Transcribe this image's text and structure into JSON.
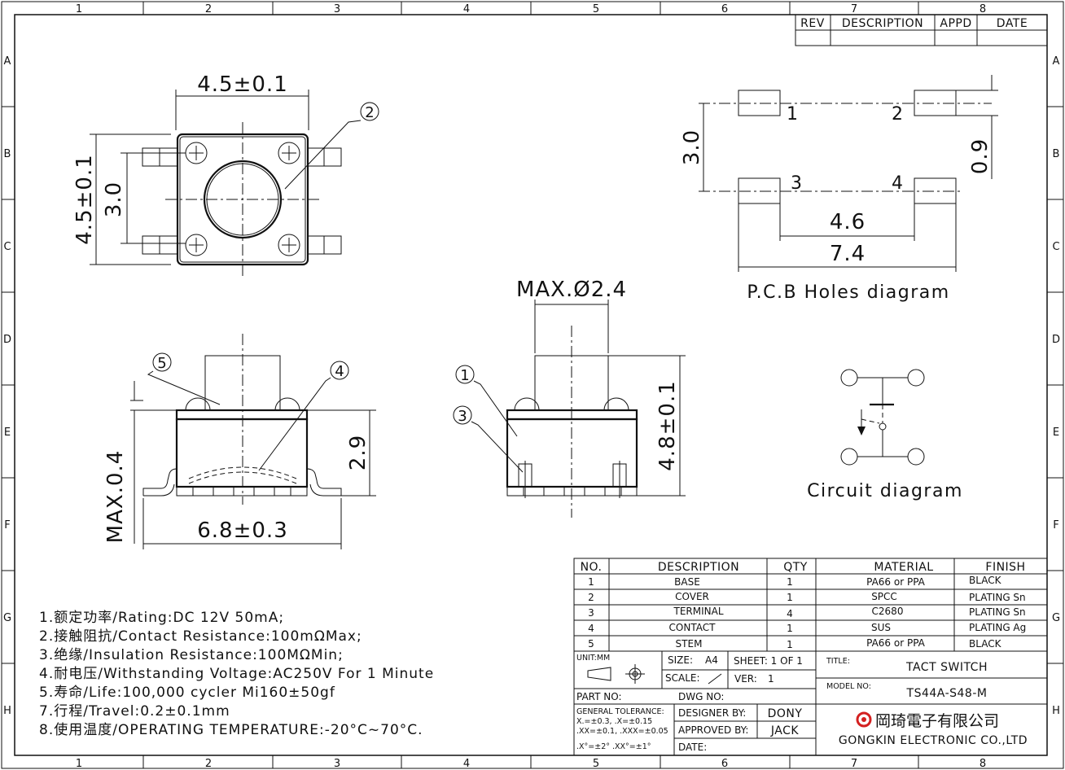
{
  "frame": {
    "columns": [
      "1",
      "2",
      "3",
      "4",
      "5",
      "6",
      "7",
      "8"
    ],
    "rows": [
      "A",
      "B",
      "C",
      "D",
      "E",
      "F",
      "G",
      "H"
    ]
  },
  "revision_table": {
    "headers": [
      "REV",
      "DESCRIPTION",
      "APPD",
      "DATE"
    ]
  },
  "top_view": {
    "dim_width": "4.5±0.1",
    "dim_height": "4.5±0.1",
    "dim_inner": "3.0",
    "balloon": "2"
  },
  "pcb": {
    "dim_height": "3.0",
    "dim_pad": "0.9",
    "dim_inner": "4.6",
    "dim_outer": "7.4",
    "pins": [
      "1",
      "2",
      "3",
      "4"
    ],
    "caption": "P.C.B Holes diagram"
  },
  "side_view_left": {
    "dim_max": "MAX.0.4",
    "dim_height": "2.9",
    "dim_width": "6.8±0.3",
    "balloons": [
      "5",
      "4"
    ]
  },
  "side_view_right": {
    "dim_stem": "MAX.Ø2.4",
    "dim_height": "4.8±0.1",
    "balloons": [
      "1",
      "3"
    ]
  },
  "circuit": {
    "caption": "Circuit diagram"
  },
  "notes": [
    "1.额定功率/Rating:DC 12V 50mA;",
    "2.接触阻抗/Contact Resistance:100mΩMax;",
    "3.绝缘/Insulation Resistance:100MΩMin;",
    "4.耐电压/Withstanding Voltage:AC250V For 1 Minute",
    "5.寿命/Life:100,000 cycler Mi160±50gf",
    "7.行程/Travel:0.2±0.1mm",
    "8.使用温度/OPERATING TEMPERATURE:-20°C~70°C."
  ],
  "bom": {
    "headers": [
      "NO.",
      "DESCRIPTION",
      "QTY",
      "MATERIAL",
      "FINISH"
    ],
    "rows": [
      [
        "1",
        "BASE",
        "1",
        "PA66 or PPA",
        "BLACK"
      ],
      [
        "2",
        "COVER",
        "1",
        "SPCC",
        "PLATING Sn"
      ],
      [
        "3",
        "TERMINAL",
        "4",
        "C2680",
        "PLATING Sn"
      ],
      [
        "4",
        "CONTACT",
        "1",
        "SUS",
        "PLATING Ag"
      ],
      [
        "5",
        "STEM",
        "1",
        "PA66 or PPA",
        "BLACK"
      ]
    ]
  },
  "title_block": {
    "unit": "UNIT:MM",
    "size_label": "SIZE:",
    "size_value": "A4",
    "sheet": "SHEET: 1 OF 1",
    "scale_label": "SCALE:",
    "scale_value": "/",
    "ver_label": "VER:",
    "ver_value": "1",
    "title_label": "TITLE:",
    "title_value": "TACT SWITCH",
    "model_label": "MODEL NO:",
    "model_value": "TS44A-S48-M",
    "part_no": "PART NO:",
    "dwg_no": "DWG NO:",
    "tolerance_title": "GENERAL TOLERANCE:",
    "tolerance_1": "X.=±0.3,       .X=±0.15",
    "tolerance_2": ".XX=±0.1, .XXX=±0.05",
    "tolerance_3": ".X°=±2°  .XX°=±1°",
    "designer_label": "DESIGNER BY:",
    "designer": "DONY",
    "approved_label": "APPROVED BY:",
    "approver": "JACK",
    "date_label": "DATE:",
    "company_cn": "岡琦電子有限公司",
    "company_en": "GONGKIN ELECTRONIC CO.,LTD",
    "brand_color": "#d42020"
  }
}
